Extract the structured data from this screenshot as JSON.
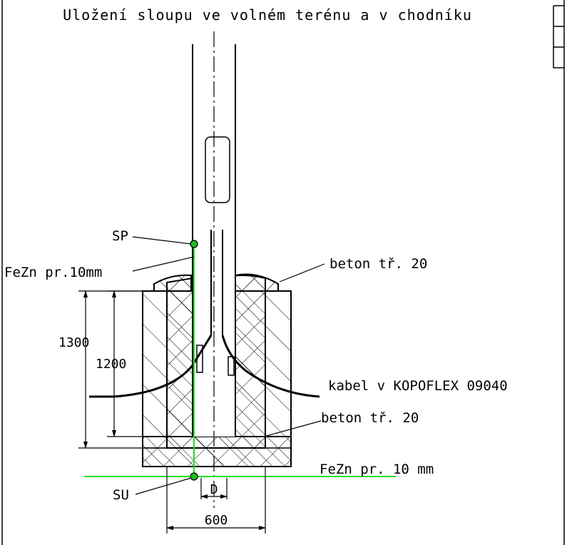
{
  "title": "Uložení sloupu ve volném terénu a v chodníku",
  "labels": {
    "sp": "SP",
    "fezn_top": "FeZn pr.10mm",
    "beton_top": "beton tř. 20",
    "kabel": "kabel v KOPOFLEX 09040",
    "beton_bottom": "beton tř. 20",
    "fezn_bottom": "FeZn pr. 10 mm",
    "su": "SU"
  },
  "dimensions": {
    "depth_outer": "1300",
    "depth_inner": "1200",
    "width": "600",
    "diameter": "D"
  },
  "colors": {
    "line": "#000000",
    "earthing": "#22dd22",
    "terminal_fill": "#22bb22"
  }
}
